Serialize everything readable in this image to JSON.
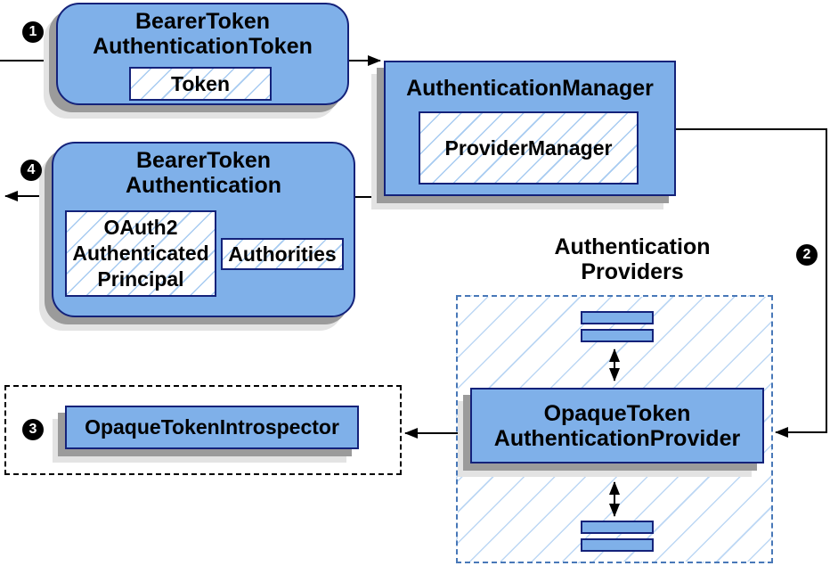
{
  "colors": {
    "background": "#FFFFFF",
    "box_fill": "#7FB0E9",
    "box_border": "#14227A",
    "inner_hatch_line": "#A7CBF1",
    "container_hatch_line": "#BCD7F4",
    "container_dashed_border": "#4878B8",
    "introspector_dotted_border": "#000000",
    "shadow_dark": "#9B9B9B",
    "shadow_light": "#E3E3E3",
    "connector": "#000000",
    "badge_bg": "#000000",
    "badge_text": "#FFFFFF",
    "text": "#000000"
  },
  "nodes": {
    "bearer_token_authentication_token": {
      "line1": "BearerToken",
      "line2": "AuthenticationToken"
    },
    "token": {
      "label": "Token"
    },
    "authentication_manager": {
      "label": "AuthenticationManager"
    },
    "provider_manager": {
      "label": "ProviderManager"
    },
    "bearer_token_authentication": {
      "line1": "BearerToken",
      "line2": "Authentication"
    },
    "oauth2_authenticated_principal": {
      "line1": "OAuth2",
      "line2": "Authenticated",
      "line3": "Principal"
    },
    "authorities": {
      "label": "Authorities"
    },
    "providers_group": {
      "line1": "Authentication",
      "line2": "Providers"
    },
    "opaque_token_authentication_provider": {
      "line1": "OpaqueToken",
      "line2": "AuthenticationProvider"
    },
    "opaque_token_introspector": {
      "label": "OpaqueTokenIntrospector"
    }
  },
  "badges": {
    "step1": "1",
    "step2": "2",
    "step3": "3",
    "step4": "4"
  }
}
